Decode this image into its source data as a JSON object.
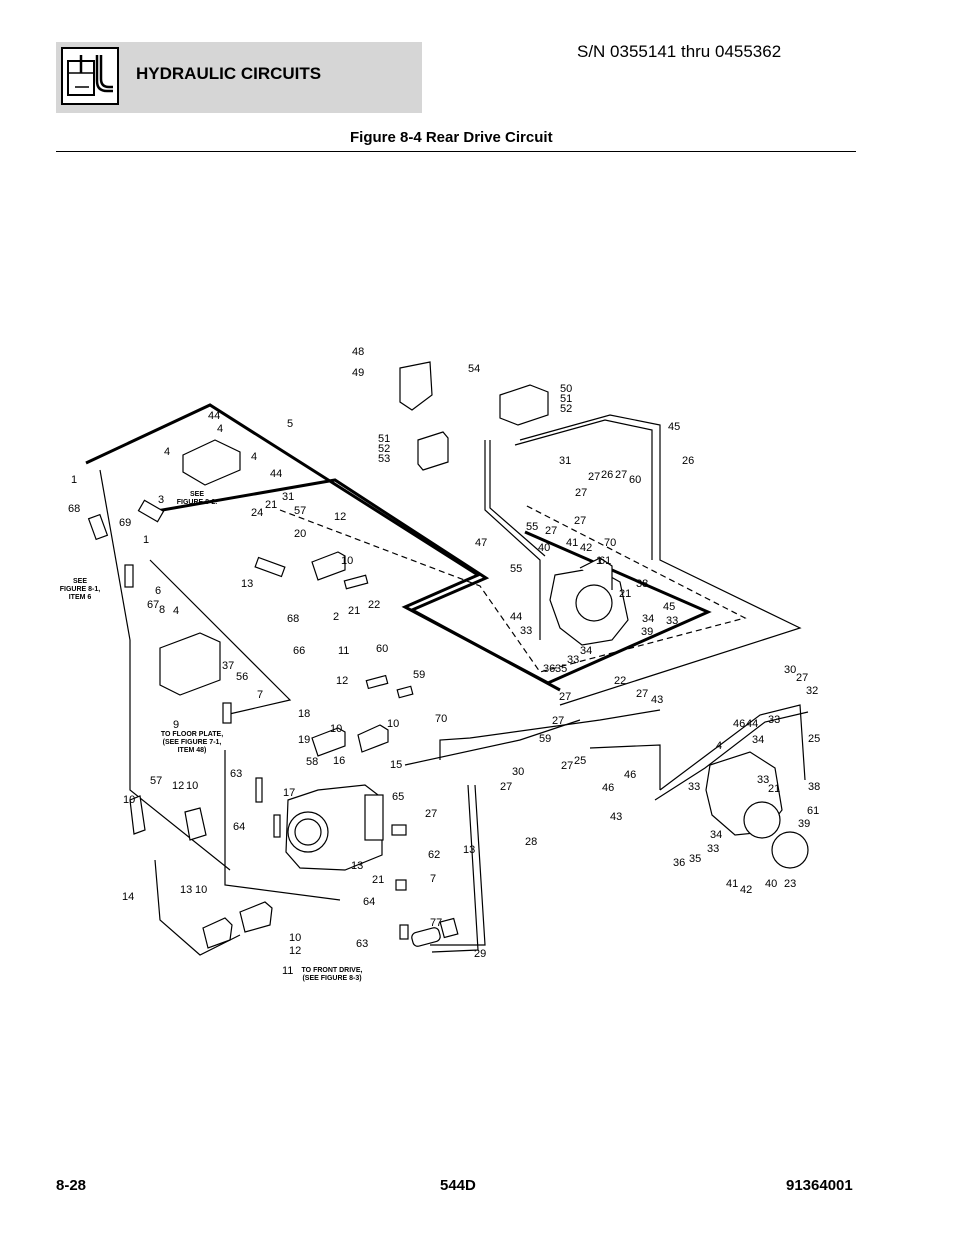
{
  "header": {
    "section_title": "HYDRAULIC CIRCUITS",
    "serial_range": "S/N 0355141 thru 0455362",
    "icon": "hydraulic-circuit-icon"
  },
  "figure": {
    "title": "Figure 8-4 Rear Drive Circuit",
    "callouts": [
      "1",
      "2",
      "3",
      "4",
      "5",
      "6",
      "7",
      "8",
      "9",
      "10",
      "11",
      "12",
      "13",
      "14",
      "15",
      "16",
      "17",
      "18",
      "19",
      "20",
      "21",
      "22",
      "23",
      "24",
      "25",
      "26",
      "27",
      "28",
      "29",
      "30",
      "31",
      "32",
      "33",
      "34",
      "35",
      "36",
      "37",
      "38",
      "39",
      "40",
      "41",
      "42",
      "43",
      "44",
      "45",
      "46",
      "47",
      "48",
      "49",
      "50",
      "51",
      "52",
      "53",
      "54",
      "55",
      "56",
      "57",
      "58",
      "59",
      "60",
      "61",
      "62",
      "63",
      "64",
      "65",
      "66",
      "67",
      "68",
      "69",
      "70",
      "77"
    ],
    "notes": {
      "see_fig_8_2_l1": "SEE",
      "see_fig_8_2_l2": "FIGURE 8-2.",
      "see_fig_8_1_l1": "SEE",
      "see_fig_8_1_l2": "FIGURE 8-1,",
      "see_fig_8_1_l3": "ITEM 6",
      "floor_l1": "TO FLOOR PLATE,",
      "floor_l2": "(SEE FIGURE 7-1,",
      "floor_l3": "ITEM 48)",
      "front_l1": "TO FRONT DRIVE,",
      "front_l2": "(SEE FIGURE 8-3)"
    }
  },
  "footer": {
    "page_number": "8-28",
    "model": "544D",
    "part_number": "91364001"
  }
}
